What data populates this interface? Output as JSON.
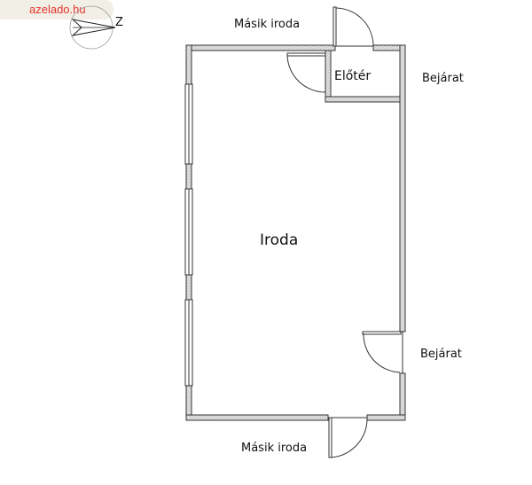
{
  "watermark": {
    "text": "azelado.hu"
  },
  "compass": {
    "label": "Z"
  },
  "rooms": {
    "main": "Iroda",
    "entry": "Előtér"
  },
  "labels": {
    "top_other_office": "Másik iroda",
    "bottom_other_office": "Másik iroda",
    "entrance_top": "Bejárat",
    "entrance_bottom": "Bejárat"
  },
  "colors": {
    "wall": "#333333",
    "wall_fill": "#dcdcdc",
    "watermark_bg": "#f1efe6",
    "watermark_text": "#e8332b"
  }
}
